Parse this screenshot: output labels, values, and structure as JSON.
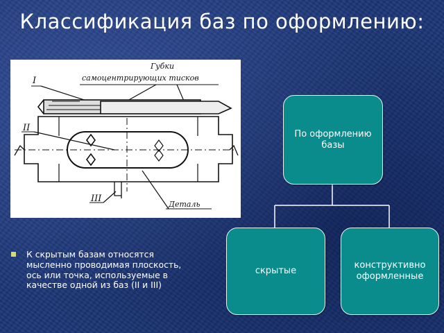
{
  "slide": {
    "title": "Классификация баз по оформлению:"
  },
  "figure": {
    "label_jaws_line1": "Губки",
    "label_jaws_line2": "самоцентрирующих тисков",
    "label_I": "I",
    "label_II": "II",
    "label_III": "III",
    "label_part": "Деталь"
  },
  "note": {
    "text": "К скрытым базам относятся мысленно проводимая плоскость, ось или точка, используемые в качестве одной из баз (II и III)"
  },
  "tree": {
    "root": {
      "line1": "По оформлению",
      "line2": "базы"
    },
    "children": [
      {
        "label": "скрытые"
      },
      {
        "line1": "конструктивно",
        "line2": "оформленные"
      }
    ]
  },
  "colors": {
    "node_fill": "#0a8c8c",
    "background": "#1d3778",
    "bullet": "#d9d97a"
  }
}
